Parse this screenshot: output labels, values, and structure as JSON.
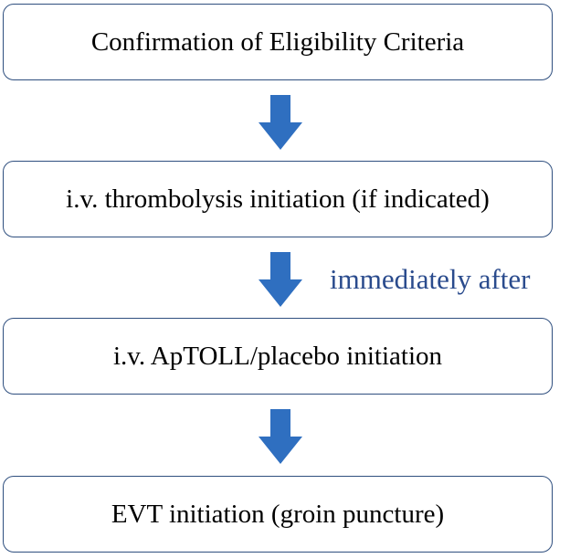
{
  "flowchart": {
    "steps": [
      {
        "label": "Confirmation of Eligibility Criteria"
      },
      {
        "label": "i.v. thrombolysis initiation (if indicated)"
      },
      {
        "label": "i.v. ApTOLL/placebo initiation"
      },
      {
        "label": "EVT initiation (groin puncture)"
      }
    ],
    "arrow_annotation": "immediately after",
    "colors": {
      "arrow_fill": "#2f6fc0",
      "box_border": "#2f4f7f",
      "annotation_text": "#2a4b8d"
    }
  }
}
